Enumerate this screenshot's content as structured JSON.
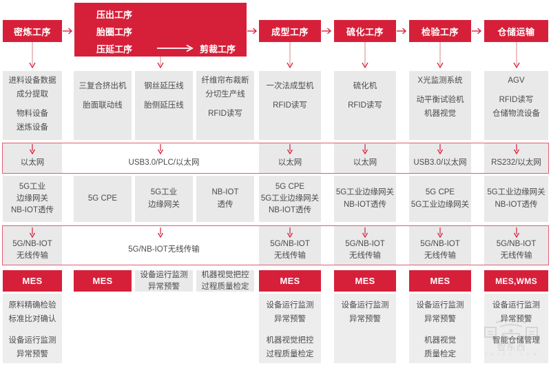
{
  "colors": {
    "brand_red": "#d6203a",
    "frame_red": "#e05a72",
    "cell_gray": "#e9e9e9",
    "text_gray": "#4b4b4b"
  },
  "process_row": {
    "first": {
      "label": "密炼工序"
    },
    "band": {
      "line1": "压出工序",
      "line2": "胎圈工序",
      "line3_left": "压延工序",
      "line3_right": "剪裁工序"
    },
    "rest": [
      {
        "label": "成型工序"
      },
      {
        "label": "硫化工序"
      },
      {
        "label": "检验工序"
      },
      {
        "label": "仓储运输"
      }
    ]
  },
  "equipment_row": [
    {
      "lines": [
        "进料设备数据",
        "成分提取"
      ],
      "lines2": [
        "物料设备",
        "迷炼设备"
      ]
    },
    {
      "lines": [
        "三复合挤出机"
      ],
      "lines2": [
        "胎面联动线"
      ]
    },
    {
      "lines": [
        "钢丝延压线"
      ],
      "lines2": [
        "胎侧延压线"
      ]
    },
    {
      "lines": [
        "纤维帘布裁断",
        "分切生产线"
      ],
      "lines2": [
        "RFID读写"
      ]
    },
    {
      "lines": [
        "一次法成型机"
      ],
      "lines2": [
        "RFID读写"
      ]
    },
    {
      "lines": [
        "硫化机"
      ],
      "lines2": [
        "RFID读写"
      ]
    },
    {
      "lines": [
        "X光监测系统"
      ],
      "lines2": [
        "动平衡试验机",
        "机器视觉"
      ]
    },
    {
      "lines": [
        "AGV"
      ],
      "lines2": [
        "RFID读写",
        "仓储物流设备"
      ]
    }
  ],
  "network_row": [
    {
      "text": "以太网",
      "span": 1,
      "shaded": true
    },
    {
      "text": "USB3.0/PLC/以太网",
      "span": 3,
      "shaded": false
    },
    {
      "text": "以太网",
      "span": 1,
      "shaded": true
    },
    {
      "text": "以太网",
      "span": 1,
      "shaded": true
    },
    {
      "text": "USB3.0/以太网",
      "span": 1,
      "shaded": true
    },
    {
      "text": "RS232/以太网",
      "span": 1,
      "shaded": true
    }
  ],
  "gateway_row": [
    {
      "lines": [
        "5G工业",
        "边缘网关",
        "NB-IOT透传"
      ]
    },
    {
      "lines": [
        "5G CPE"
      ]
    },
    {
      "lines": [
        "5G工业",
        "边缘网关"
      ]
    },
    {
      "lines": [
        "NB-IOT",
        "透传"
      ]
    },
    {
      "lines": [
        "5G CPE",
        "5G工业边缘网关",
        "NB-IOT透传"
      ]
    },
    {
      "lines": [
        "5G工业边缘网关",
        "NB-IOT透传"
      ]
    },
    {
      "lines": [
        "5G CPE",
        "5G工业边缘网关"
      ]
    },
    {
      "lines": [
        "5G工业边缘网关",
        "NB-IOT透传"
      ]
    }
  ],
  "wireless_row": [
    {
      "lines": [
        "5G/NB-IOT",
        "无线传输"
      ],
      "span": 1,
      "shaded": true
    },
    {
      "lines": [
        "5G/NB-IOT无线传输"
      ],
      "span": 3,
      "shaded": false
    },
    {
      "lines": [
        "5G/NB-IOT",
        "无线传输"
      ],
      "span": 1,
      "shaded": true
    },
    {
      "lines": [
        "5G/NB-IOT",
        "无线传输"
      ],
      "span": 1,
      "shaded": true
    },
    {
      "lines": [
        "5G/NB-IOT",
        "无线传输"
      ],
      "span": 1,
      "shaded": true
    },
    {
      "lines": [
        "5G/NB-IOT",
        "无线传输"
      ],
      "span": 1,
      "shaded": true
    }
  ],
  "mes_row": [
    {
      "type": "mes",
      "label": "MES"
    },
    {
      "type": "mes",
      "label": "MES"
    },
    {
      "type": "gray",
      "lines": [
        "设备运行监测",
        "异常预警"
      ]
    },
    {
      "type": "gray",
      "lines": [
        "机器视觉把控",
        "过程质量检定"
      ]
    },
    {
      "type": "mes",
      "label": "MES"
    },
    {
      "type": "mes",
      "label": "MES"
    },
    {
      "type": "mes",
      "label": "MES"
    },
    {
      "type": "mes",
      "label": "MES,WMS"
    }
  ],
  "detail_row": [
    {
      "lines": [
        "原料精确检验",
        "标准比对确认"
      ],
      "lines2": [
        "设备运行监测",
        "异常预警"
      ]
    },
    {
      "lines": [],
      "lines2": []
    },
    {
      "lines": [],
      "lines2": []
    },
    {
      "lines": [],
      "lines2": []
    },
    {
      "lines": [
        "设备运行监测",
        "异常预警"
      ],
      "lines2": [
        "机器视觉把控",
        "过程质量检定"
      ]
    },
    {
      "lines": [
        "设备运行监测",
        "异常预警"
      ],
      "lines2": []
    },
    {
      "lines": [
        "设备运行监测",
        "异常预警"
      ],
      "lines2": [
        "机器视觉",
        "质量检定"
      ]
    },
    {
      "lines": [
        "设备运行监测",
        "异常预警"
      ],
      "lines2": [
        "智能仓储管理"
      ]
    }
  ],
  "watermark": {
    "text": "智东西",
    "sub": "Z H I D X . C O M"
  }
}
